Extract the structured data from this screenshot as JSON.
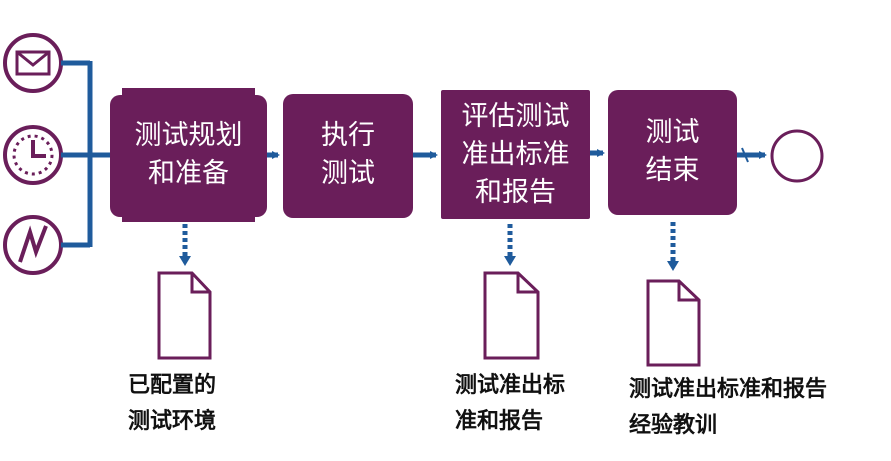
{
  "colors": {
    "box_fill": "#6a1e5a",
    "connector": "#1f5b9c",
    "doc_stroke": "#6a1e5a",
    "caption_text": "#111111"
  },
  "start_events": [
    {
      "icon": "envelope-icon"
    },
    {
      "icon": "clock-icon"
    },
    {
      "icon": "signal-icon"
    }
  ],
  "steps": [
    {
      "lines": [
        "测试规划",
        "和准备"
      ]
    },
    {
      "lines": [
        "执行",
        "测试"
      ]
    },
    {
      "lines": [
        "评估测试",
        "准出标准",
        "和报告"
      ]
    },
    {
      "lines": [
        "测试",
        "结束"
      ]
    }
  ],
  "outputs": [
    {
      "icon": "document-icon",
      "caption": [
        "已配置的",
        "测试环境"
      ]
    },
    {
      "icon": "document-icon",
      "caption": [
        "测试准出标",
        "准和报告"
      ]
    },
    {
      "icon": "document-icon",
      "caption": [
        "测试准出标准和报告",
        "经验教训"
      ]
    }
  ],
  "end_event": {
    "icon": "end-circle"
  }
}
